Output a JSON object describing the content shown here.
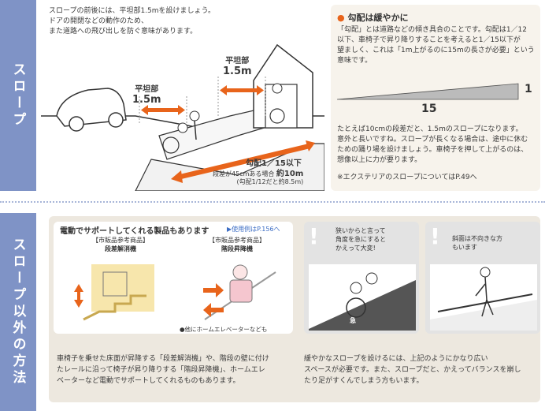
{
  "sections": {
    "slope_label": "スロープ",
    "other_label": "スロープ以外の方法"
  },
  "slope": {
    "intro": [
      "スロープの前後には、平坦部1.5mを設けましょう。",
      "ドアの開閉などの動作のため、",
      "また道路への飛び出しを防ぐ意味があります。"
    ],
    "flat1_label": "平坦部",
    "flat1_value": "1.5m",
    "flat2_label": "平坦部",
    "flat2_value": "1.5m",
    "gradient_caption": "勾配1／15以下",
    "height_note_a": "段差が45cmある場合",
    "height_note_b": "約10m",
    "height_note_c": "(勾配1/12だと約8.5m)"
  },
  "gradient_box": {
    "title": "勾配は緩やかに",
    "body": [
      "「勾配」とは道路などの傾き具合のことです。勾配は1／12",
      "以下、車椅子で昇り降りすることを考えると1／15以下が",
      "望ましく、これは「1m上がるのに15mの長さが必要」という",
      "意味です。"
    ],
    "rise": "1",
    "run": "15",
    "body2": [
      "たとえば10cmの段差だと、1.5mのスロープになります。",
      "意外と長いですね。スロープが長くなる場合は、途中に休む",
      "ための踊り場を設けましょう。車椅子を押して上がるのは、",
      "想像以上に力が要ります。"
    ],
    "ref": "※エクステリアのスロープについてはP.49へ"
  },
  "electric": {
    "title": "電動でサポートしてくれる製品もあります",
    "link": "▶使用例はP.156へ",
    "product1_tag": "【市販品参考商品】",
    "product1_name": "段差解消機",
    "product2_tag": "【市販品参考商品】",
    "product2_name": "階段昇降機",
    "note": "●他にホームエレベーターなども",
    "body": [
      "車椅子を乗せた床面が昇降する「段差解消機」や、階段の壁に付け",
      "たレールに沿って椅子が昇り降りする「階段昇降機」、ホームエレ",
      "ベーターなど電動でサポートしてくれるものもあります。"
    ]
  },
  "warning": {
    "bubble1": [
      "狭いからと言って",
      "角度を急にすると",
      "かえって大変!"
    ],
    "bubble2": [
      "斜面は不向きな方",
      "もいます"
    ],
    "steep_mark": "急",
    "body": [
      "緩やかなスロープを設けるには、上記のようにかなり広い",
      "スペースが必要です。また、スロープだと、かえってバランスを崩し",
      "たり足がすくんでしまう方もいます。"
    ]
  },
  "colors": {
    "side": "#7f93c6",
    "accent": "#e8641b",
    "panel_bg": "#ede8df",
    "box_bg": "#f7f3ec"
  }
}
